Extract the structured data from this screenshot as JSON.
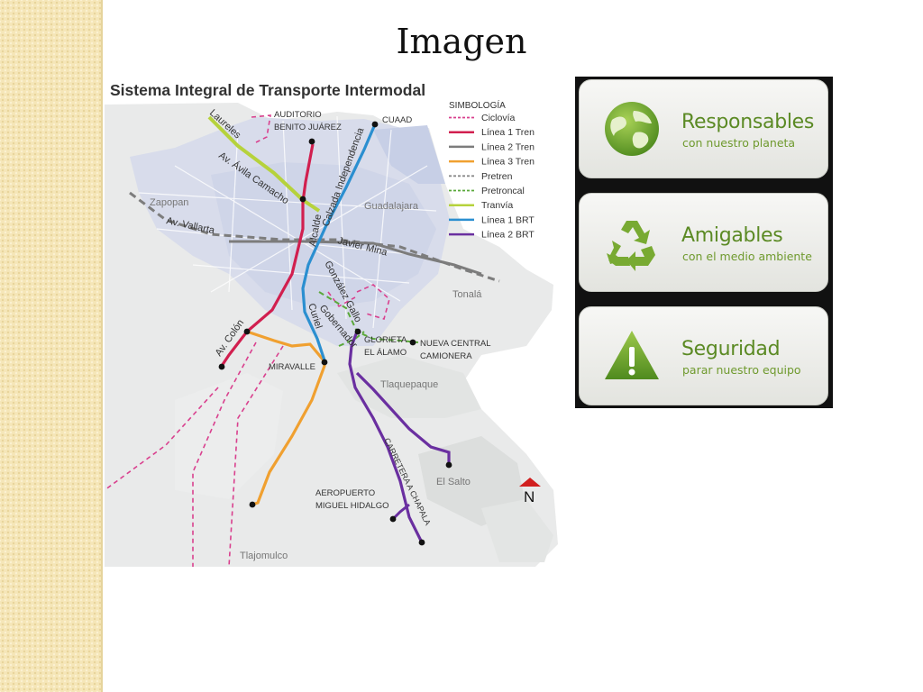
{
  "slide": {
    "title": "Imagen"
  },
  "map": {
    "title": "Sistema Integral de Transporte Intermodal",
    "legend": {
      "heading": "SIMBOLOGÍA",
      "items": [
        {
          "label": "Ciclovía",
          "color": "#d9408e",
          "style": "dashed"
        },
        {
          "label": "Línea 1 Tren",
          "color": "#d11f4f",
          "style": "solid"
        },
        {
          "label": "Línea 2 Tren",
          "color": "#7c7c7c",
          "style": "solid"
        },
        {
          "label": "Línea 3 Tren",
          "color": "#f0a030",
          "style": "solid"
        },
        {
          "label": "Pretren",
          "color": "#8a8a8a",
          "style": "dashed"
        },
        {
          "label": "Pretroncal",
          "color": "#5aa83a",
          "style": "dashed"
        },
        {
          "label": "Tranvía",
          "color": "#b6d23c",
          "style": "solid"
        },
        {
          "label": "Línea 1 BRT",
          "color": "#2b8fd0",
          "style": "solid"
        },
        {
          "label": "Línea 2 BRT",
          "color": "#6a2fa0",
          "style": "solid"
        }
      ]
    },
    "places": {
      "zapopan": "Zapopan",
      "guadalajara": "Guadalajara",
      "tonala": "Tonalá",
      "tlaquepaque": "Tlaquepaque",
      "el_salto": "El Salto",
      "tlajomulco": "Tlajomulco"
    },
    "stops": {
      "auditorio": [
        "AUDITORIO",
        "BENITO JUÁREZ"
      ],
      "cuaad": "CUAAD",
      "glorieta": [
        "GLORIETA",
        "EL ÁLAMO"
      ],
      "nueva_central": [
        "NUEVA CENTRAL",
        "CAMIONERA"
      ],
      "miravalle": "MIRAVALLE",
      "aeropuerto": [
        "AEROPUERTO",
        "MIGUEL HIDALGO"
      ]
    },
    "streets": {
      "laureles": "Laureles",
      "avila_camacho": "Av. Ávila Camacho",
      "vallarta": "Av. Vallarta",
      "alcalde": "Alcalde",
      "calzada": "Calzada Independencia",
      "javier_mina": "Javier Mina",
      "gonzalez_gallo": "González Gallo",
      "gobernador": "Gobernador",
      "curiel": "Curiel",
      "colon": "Av. Colón",
      "carretera": "CARRETERA A CHAPALA"
    },
    "north": "N"
  },
  "cards": [
    {
      "title": "Responsables",
      "subtitle": "con nuestro planeta",
      "icon": "globe-icon"
    },
    {
      "title": "Amigables",
      "subtitle": "con el medio ambiente",
      "icon": "recycle-icon"
    },
    {
      "title": "Seguridad",
      "subtitle": "parar nuestro equipo",
      "icon": "warning-icon"
    }
  ]
}
